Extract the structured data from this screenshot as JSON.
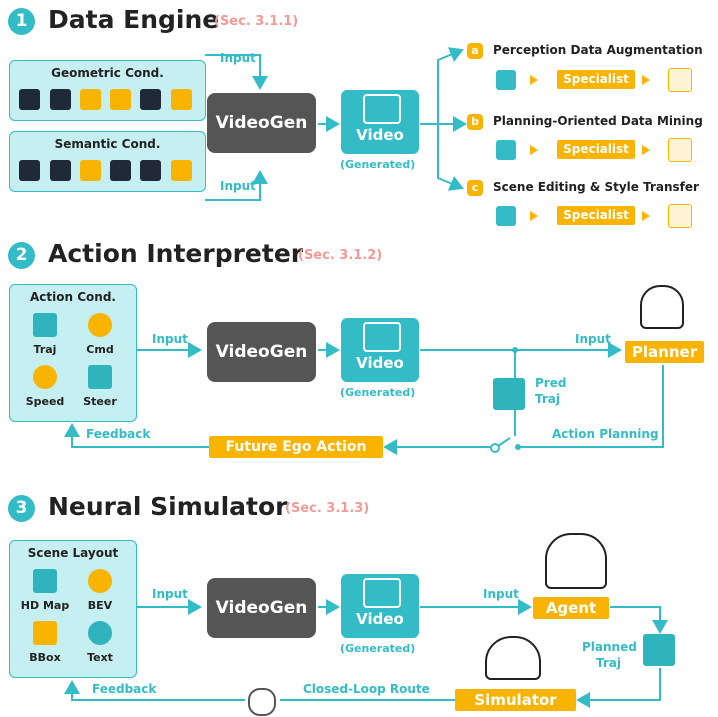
{
  "section1": {
    "number": "1",
    "title": "Data Engine",
    "ref": "(Sec. 3.1.1)",
    "geometric_title": "Geometric Cond.",
    "semantic_title": "Semantic Cond.",
    "input_top": "Input",
    "input_bottom": "Input",
    "videogen": "VideoGen",
    "video": "Video",
    "generated": "(Generated)",
    "tasks": [
      {
        "letter": "a",
        "title": "Perception Data Augmentation",
        "specialist": "Specialist"
      },
      {
        "letter": "b",
        "title": "Planning-Oriented Data Mining",
        "specialist": "Specialist"
      },
      {
        "letter": "c",
        "title": "Scene Editing & Style Transfer",
        "specialist": "Specialist"
      }
    ]
  },
  "section2": {
    "number": "2",
    "title": "Action Interpreter",
    "ref": "(Sec. 3.1.2)",
    "cond_title": "Action Cond.",
    "icons": [
      "Traj",
      "Cmd",
      "Speed",
      "Steer"
    ],
    "input_left": "Input",
    "videogen": "VideoGen",
    "video": "Video",
    "generated": "(Generated)",
    "input_right": "Input",
    "planner": "Planner",
    "pred_traj_1": "Pred",
    "pred_traj_2": "Traj",
    "feedback": "Feedback",
    "future_action": "Future Ego Action",
    "action_planning": "Action Planning"
  },
  "section3": {
    "number": "3",
    "title": "Neural Simulator",
    "ref": "(Sec. 3.1.3)",
    "layout_title": "Scene Layout",
    "icons": [
      "HD Map",
      "BEV",
      "BBox",
      "Text"
    ],
    "input_left": "Input",
    "videogen": "VideoGen",
    "video": "Video",
    "generated": "(Generated)",
    "input_right": "Input",
    "agent": "Agent",
    "planned_traj_1": "Planned",
    "planned_traj_2": "Traj",
    "feedback": "Feedback",
    "closed_loop": "Closed-Loop Route",
    "simulator": "Simulator"
  },
  "colors": {
    "teal": "#33bcc6",
    "orange": "#f8b400",
    "dark_box": "#555555",
    "panel": "#c6eff1",
    "ref_pink": "#f29a96"
  }
}
